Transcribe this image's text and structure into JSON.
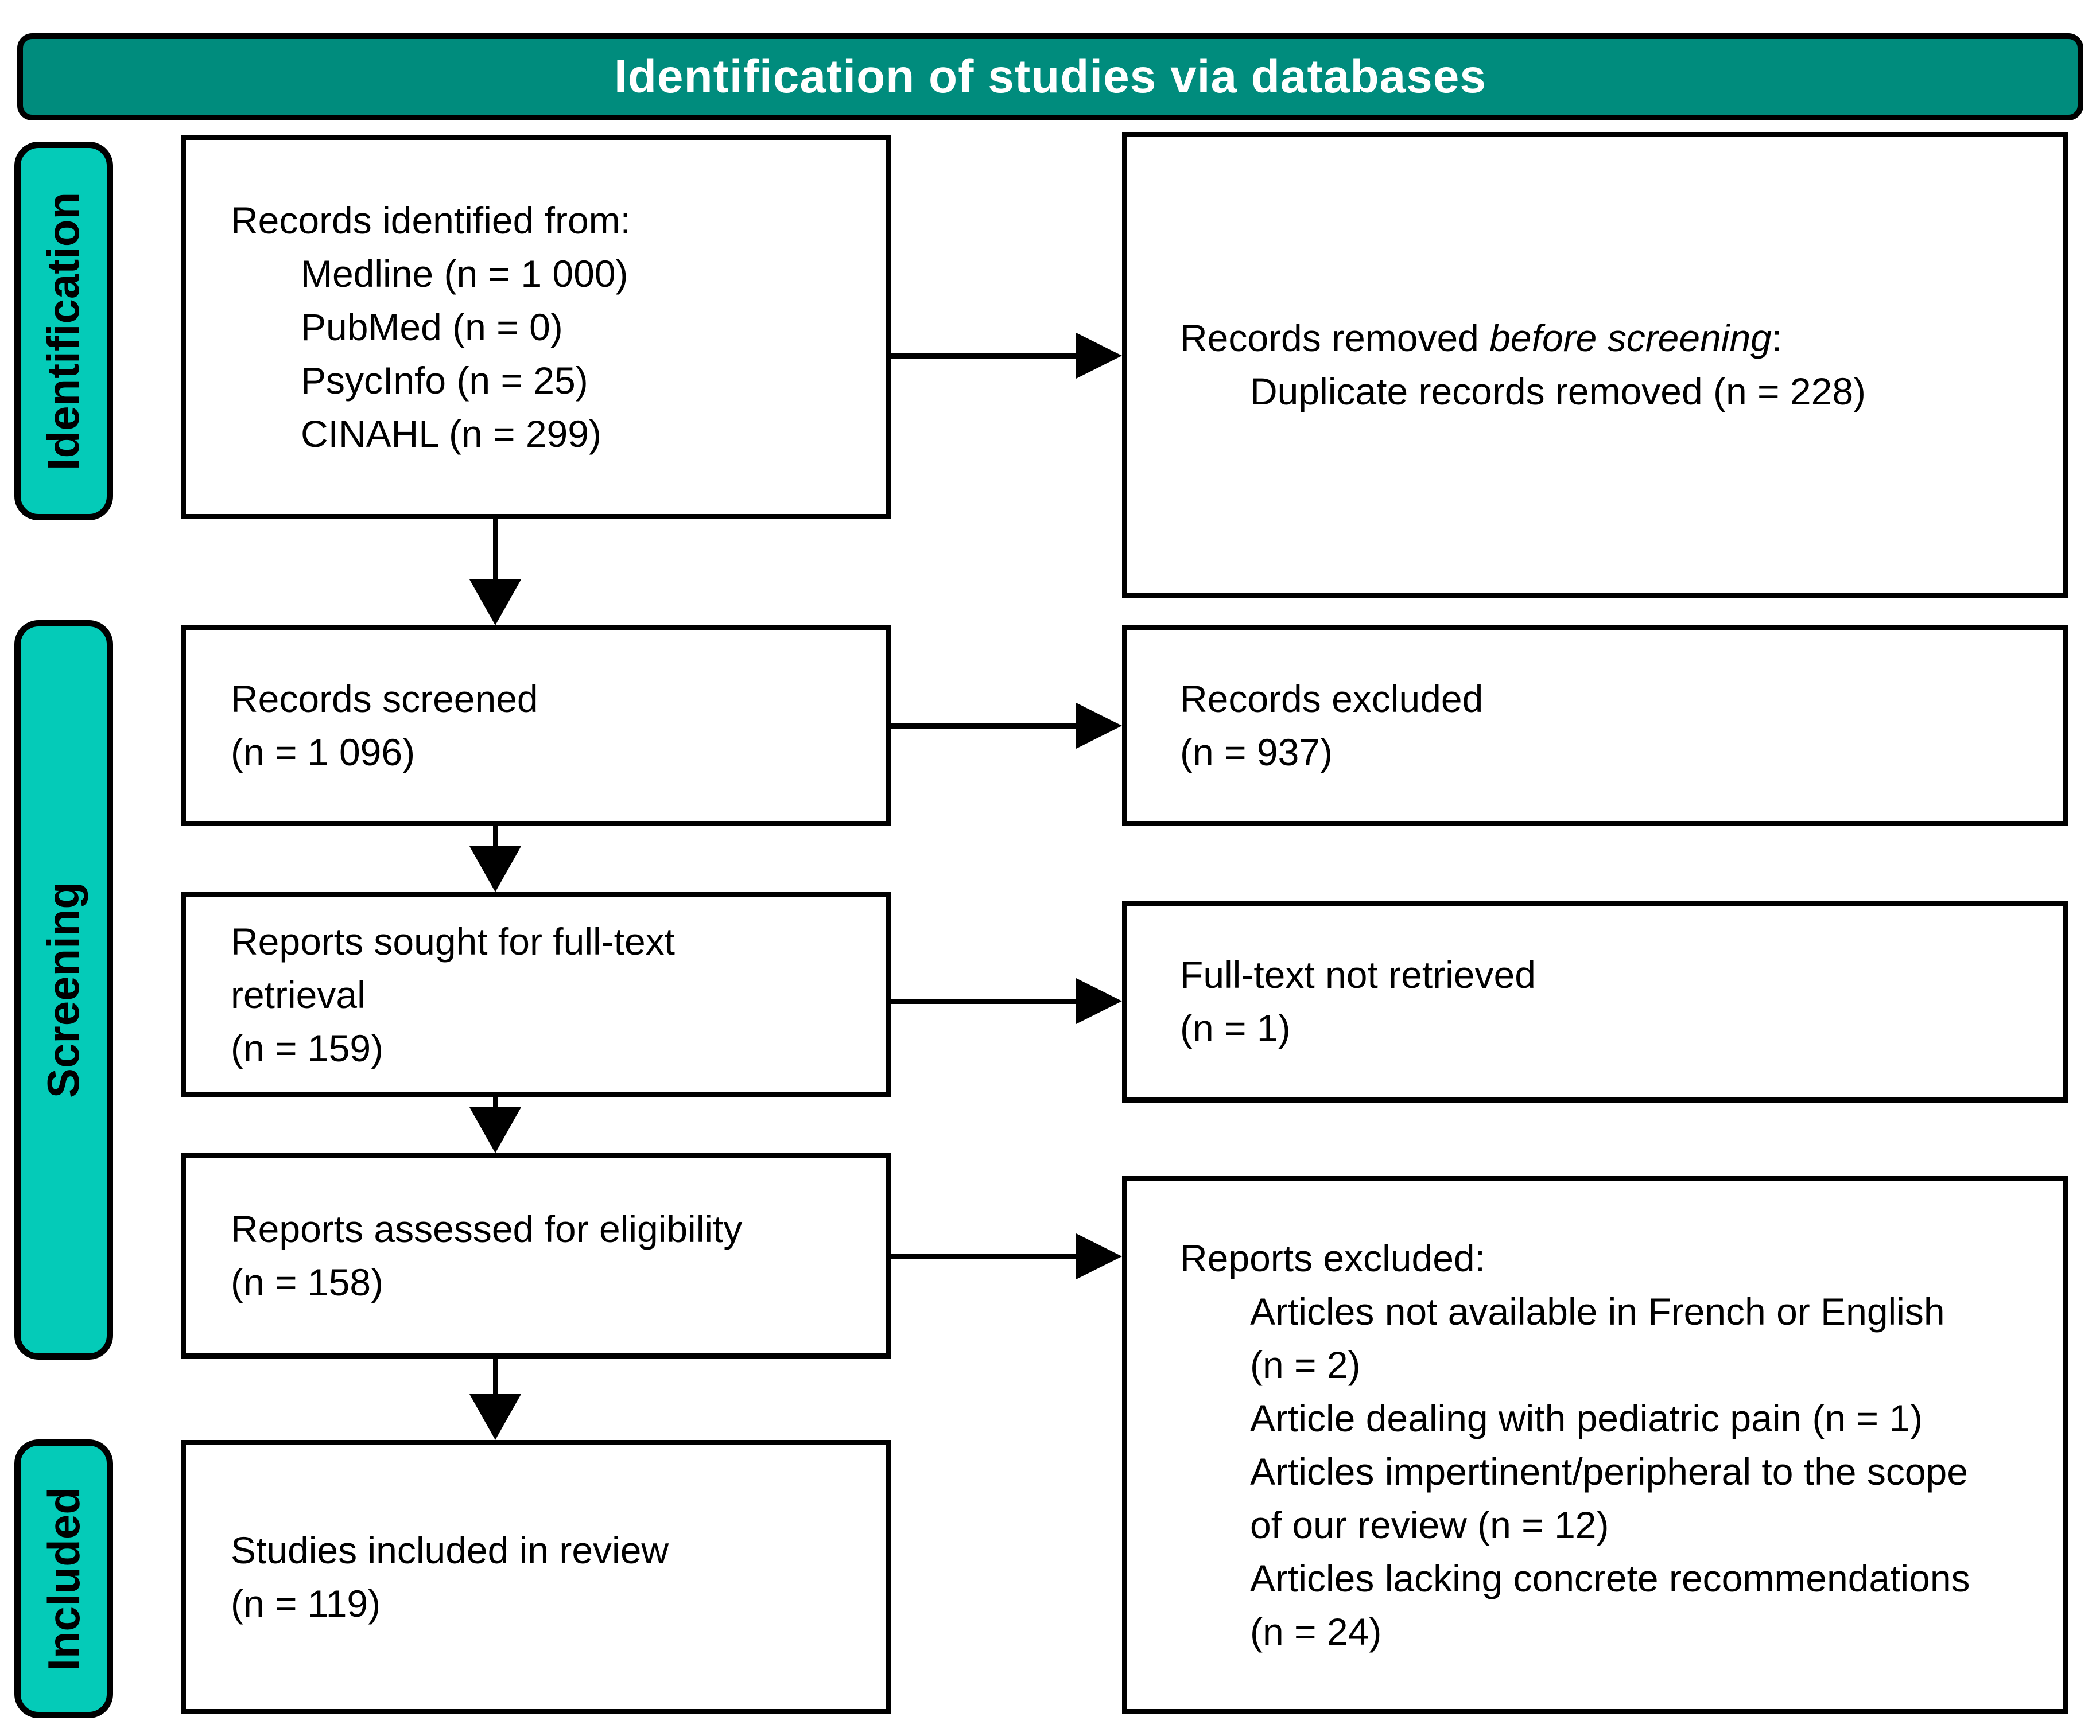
{
  "header": {
    "title": "Identification of studies via databases"
  },
  "colors": {
    "banner_fill": "#008C7D",
    "stage_fill": "#04CBB8",
    "box_fill": "#FFFFFF",
    "border": "#000000",
    "text": "#000000",
    "title_text": "#FFFFFF"
  },
  "stages": [
    {
      "label": "Identification"
    },
    {
      "label": "Screening"
    },
    {
      "label": "Included"
    }
  ],
  "boxes": {
    "left": [
      {
        "title": "Records identified from:",
        "items": [
          "Medline (n = 1 000)",
          "PubMed (n = 0)",
          "PsycInfo (n = 25)",
          "CINAHL (n = 299)"
        ]
      },
      {
        "lines": [
          "Records screened",
          "(n = 1 096)"
        ]
      },
      {
        "lines": [
          "Reports sought for full-text",
          "retrieval",
          "(n = 159)"
        ]
      },
      {
        "lines": [
          "Reports assessed for eligibility",
          "(n = 158)"
        ]
      },
      {
        "lines": [
          "Studies included in review",
          "(n = 119)"
        ]
      }
    ],
    "right": [
      {
        "title_prefix": "Records removed ",
        "title_emphasis": "before screening",
        "title_suffix": ":",
        "items": [
          "Duplicate records removed (n = 228)"
        ]
      },
      {
        "lines": [
          "Records excluded",
          "(n = 937)"
        ]
      },
      {
        "lines": [
          "Full-text not retrieved",
          "(n = 1)"
        ]
      },
      {
        "title": "Reports excluded:",
        "item_lines": [
          "Articles not available in French or English",
          "(n = 2)",
          "Article dealing with pediatric pain (n = 1)",
          "Articles impertinent/peripheral to the scope",
          "of our review (n = 12)",
          "Articles lacking concrete recommendations",
          "(n = 24)"
        ]
      }
    ]
  }
}
